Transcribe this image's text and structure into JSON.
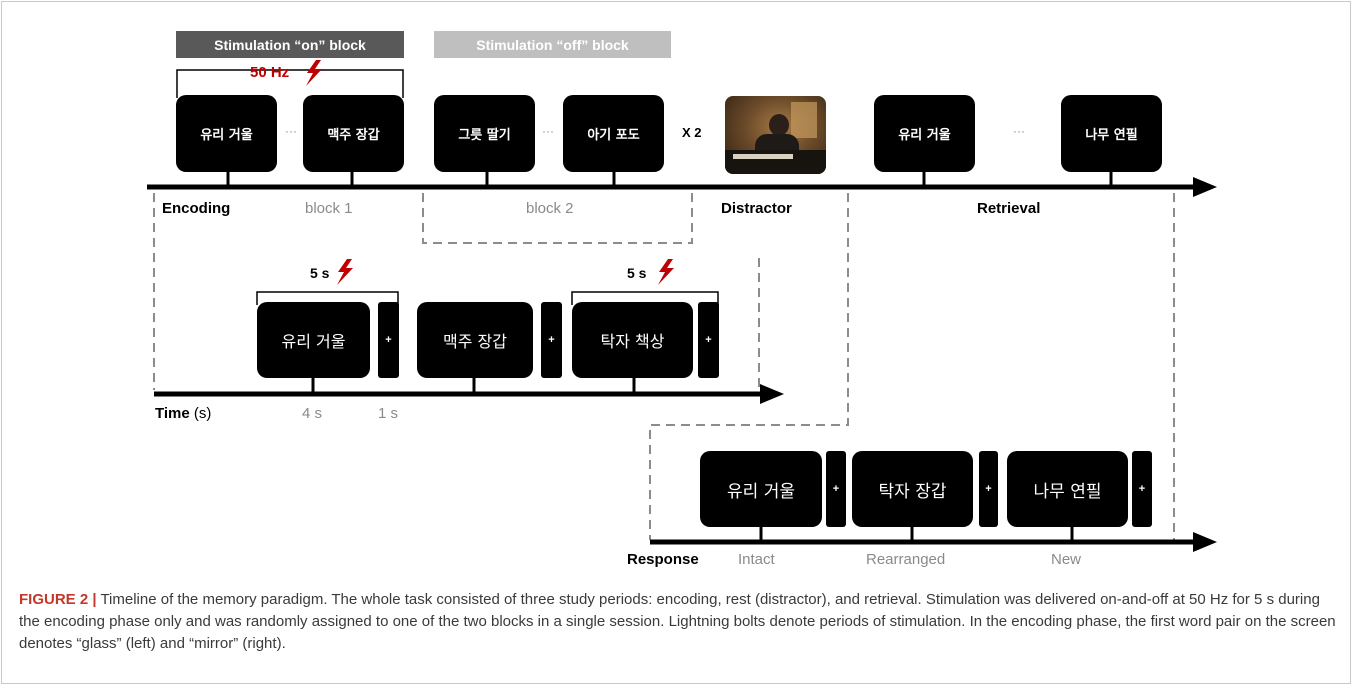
{
  "top": {
    "on_block_label": "Stimulation “on” block",
    "off_block_label": "Stimulation “off” block",
    "frequency": "50 Hz",
    "words": [
      "유리  거울",
      "맥주  장갑",
      "그릇  딸기",
      "아기  포도",
      "유리  거울",
      "나무  연필"
    ],
    "ellipsis": "···",
    "repeat": "X 2",
    "encoding": "Encoding",
    "block1": "block 1",
    "block2": "block 2",
    "distractor": "Distractor",
    "retrieval": "Retrieval"
  },
  "middle": {
    "duration": "5 s",
    "words": [
      "유리  거울",
      "맥주  장갑",
      "탁자  책상"
    ],
    "plus": "+",
    "time_label": "Time",
    "time_unit": "(s)",
    "t_word": "4 s",
    "t_fix": "1 s"
  },
  "bottom": {
    "words": [
      "유리  거울",
      "탁자  장갑",
      "나무  연필"
    ],
    "plus": "+",
    "response": "Response",
    "labels": [
      "Intact",
      "Rearranged",
      "New"
    ]
  },
  "caption": {
    "label": "FIGURE 2 |",
    "text": "Timeline of the memory paradigm. The whole task consisted of three study periods: encoding, rest (distractor), and retrieval. Stimulation was delivered on-and-off at 50 Hz for 5 s during the encoding phase only and was randomly assigned to one of the two blocks in a single session. Lightning bolts denote periods of stimulation. In the encoding phase, the first word pair on the screen denotes “glass” (left) and “mirror” (right)."
  },
  "colors": {
    "on_header": "#595959",
    "off_header": "#bfbfbf",
    "stim_red": "#c00000",
    "label_grey": "#8a8a8a",
    "dashed": "#8c8c8c"
  },
  "icons": [
    "lightning-bolt-icon",
    "distractor-photo"
  ]
}
